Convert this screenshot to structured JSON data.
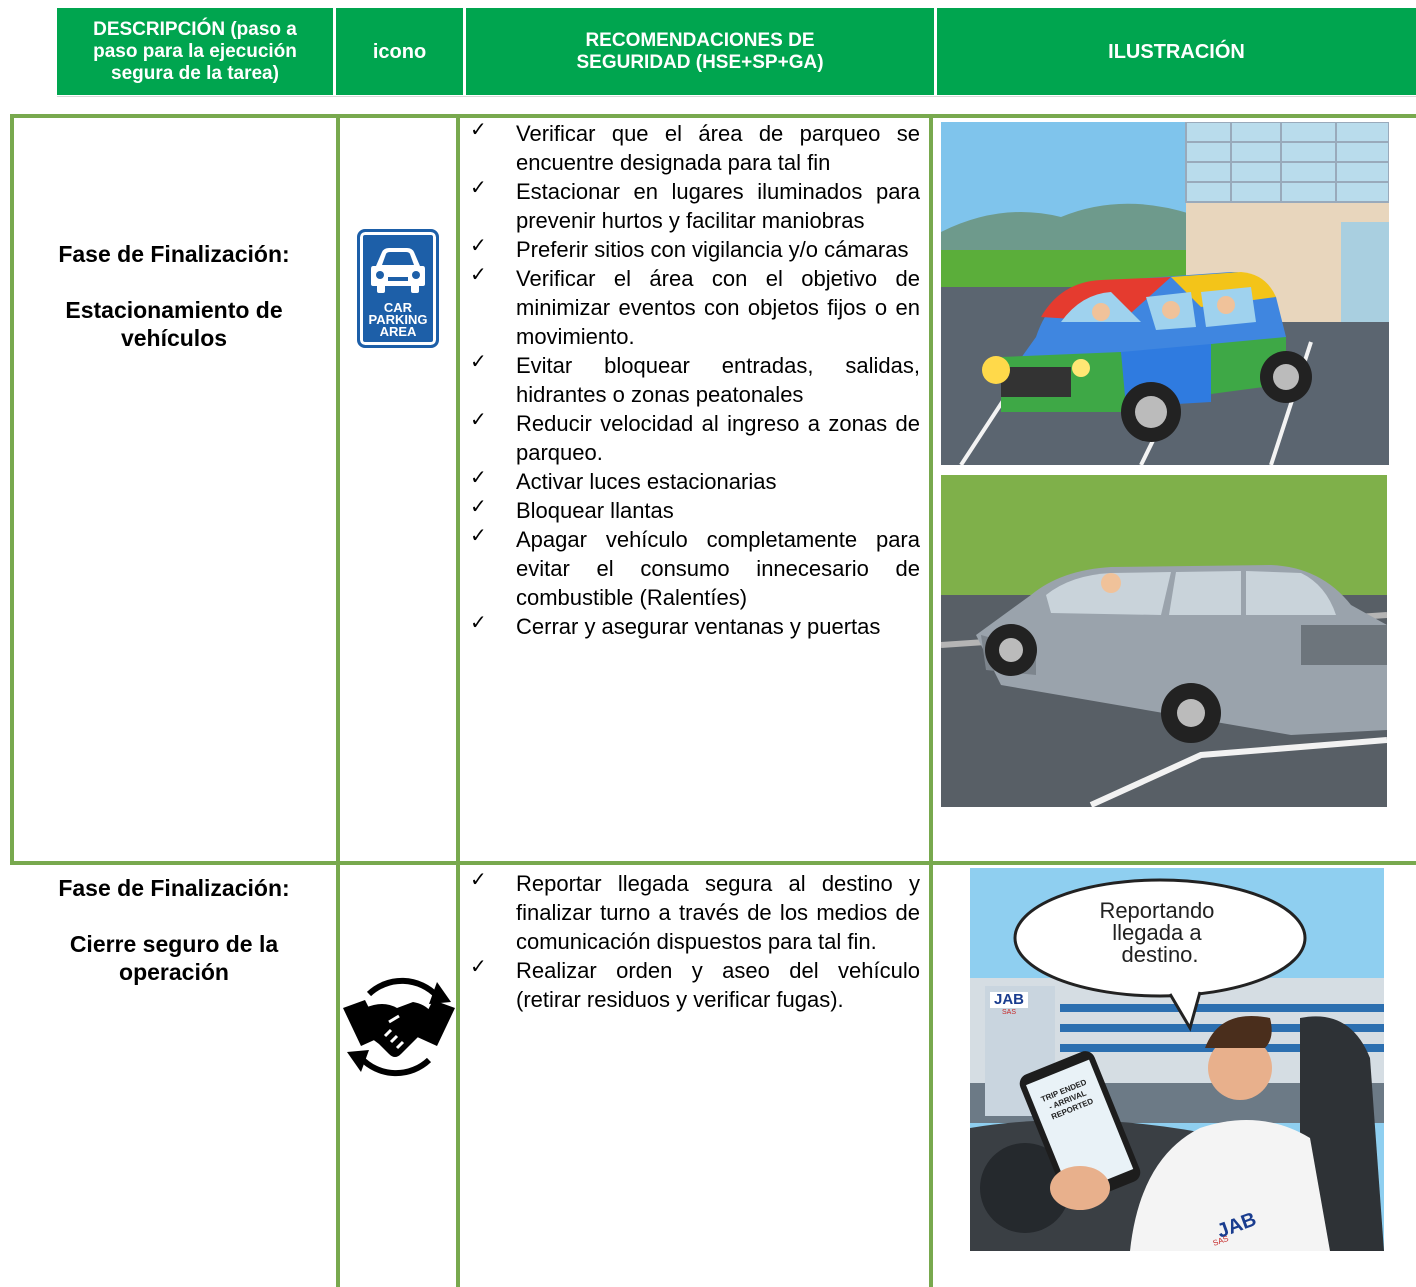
{
  "header": {
    "col1": [
      "DESCRIPCIÓN (paso a",
      "paso para la ejecución",
      "segura de la tarea)"
    ],
    "col2": "icono",
    "col3": [
      "RECOMENDACIONES DE",
      "SEGURIDAD (HSE+SP+GA)"
    ],
    "col4": "ILUSTRACIÓN"
  },
  "rows": [
    {
      "phase": "Fase de Finalización:",
      "title": [
        "Estacionamiento de",
        "vehículos"
      ],
      "icon": "car-parking-area-icon",
      "icon_text": [
        "CAR",
        "PARKING",
        "AREA"
      ],
      "recommendations": [
        "Verificar que el área de parqueo se encuentre designada para tal fin",
        "Estacionar en lugares iluminados para prevenir hurtos y facilitar maniobras",
        "Preferir sitios con vigilancia y/o cámaras",
        "Verificar el área con el objetivo de minimizar eventos con objetos fijos o en movimiento.",
        "Evitar bloquear entradas, salidas, hidrantes o zonas peatonales",
        "Reducir velocidad al ingreso a zonas de parqueo.",
        "Activar luces estacionarias",
        "Bloquear llantas",
        "Apagar vehículo completamente para evitar el consumo innecesario de combustible (Ralentíes)",
        "Cerrar y asegurar ventanas y puertas"
      ]
    },
    {
      "phase": "Fase de Finalización:",
      "title": [
        "Cierre seguro de la",
        "operación"
      ],
      "icon": "handshake-cycle-icon",
      "recommendations": [
        "Reportar llegada segura al destino y finalizar turno a través de los medios de comunicación dispuestos para tal fin.",
        "Realizar orden y aseo del vehículo (retirar residuos y verificar fugas)."
      ],
      "illustration_texts": {
        "speech": [
          "Reportando",
          "llegada a",
          "destino."
        ],
        "building_logo": "JAB",
        "building_logo_sub": "SAS",
        "phone": [
          "TRIP ENDED",
          "- ARRIVAL",
          "REPORTED"
        ],
        "shirt_logo": "JAB",
        "shirt_logo_sub": "SAS"
      }
    }
  ],
  "colors": {
    "header": "#00a54f",
    "grid": "#78a94e",
    "parking_sign": "#1d5fa8"
  }
}
